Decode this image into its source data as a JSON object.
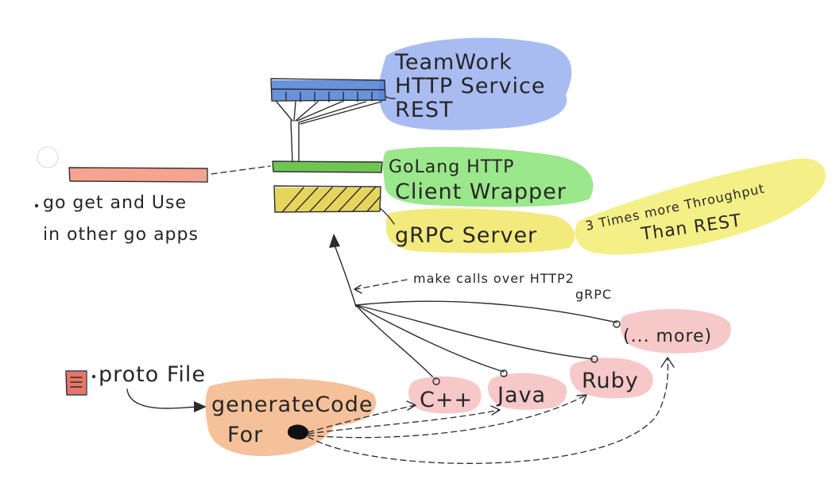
{
  "colors": {
    "rest_blob": "#8fa9ee",
    "rest_bar": "#4f7fd6",
    "golang_blob": "#7fe06a",
    "golang_bar": "#5fbf3f",
    "grpc_blob": "#efe45a",
    "grpc_bar": "#e3d04a",
    "throughput_blob": "#f2ea66",
    "app_bar": "#f6a48f",
    "generate_blob": "#f2b07e",
    "lang_blob": "#f4b8b8",
    "proto_icon": "#e8756a",
    "ink": "#2b2b2b"
  },
  "rest_service": {
    "line1": "TeamWork",
    "line2": "HTTP Service",
    "line3": "REST"
  },
  "golang_client": {
    "line1": "GoLang HTTP",
    "line2": "Client Wrapper"
  },
  "grpc_server": {
    "label": "gRPC Server"
  },
  "throughput_note": {
    "line1": "3 Times more Throughput",
    "line2": "Than REST"
  },
  "go_get_note": {
    "line1": "go get  and Use",
    "line2": "in other go apps"
  },
  "calls_note": {
    "line1": "make calls over HTTP2",
    "line2": "gRPC"
  },
  "proto_file": {
    "label": "proto File",
    "icon": "document-icon"
  },
  "generate_code": {
    "line1": "generateCode",
    "line2": "For"
  },
  "languages": {
    "cpp": "C++",
    "java": "Java",
    "ruby": "Ruby",
    "more": "(... more)"
  }
}
